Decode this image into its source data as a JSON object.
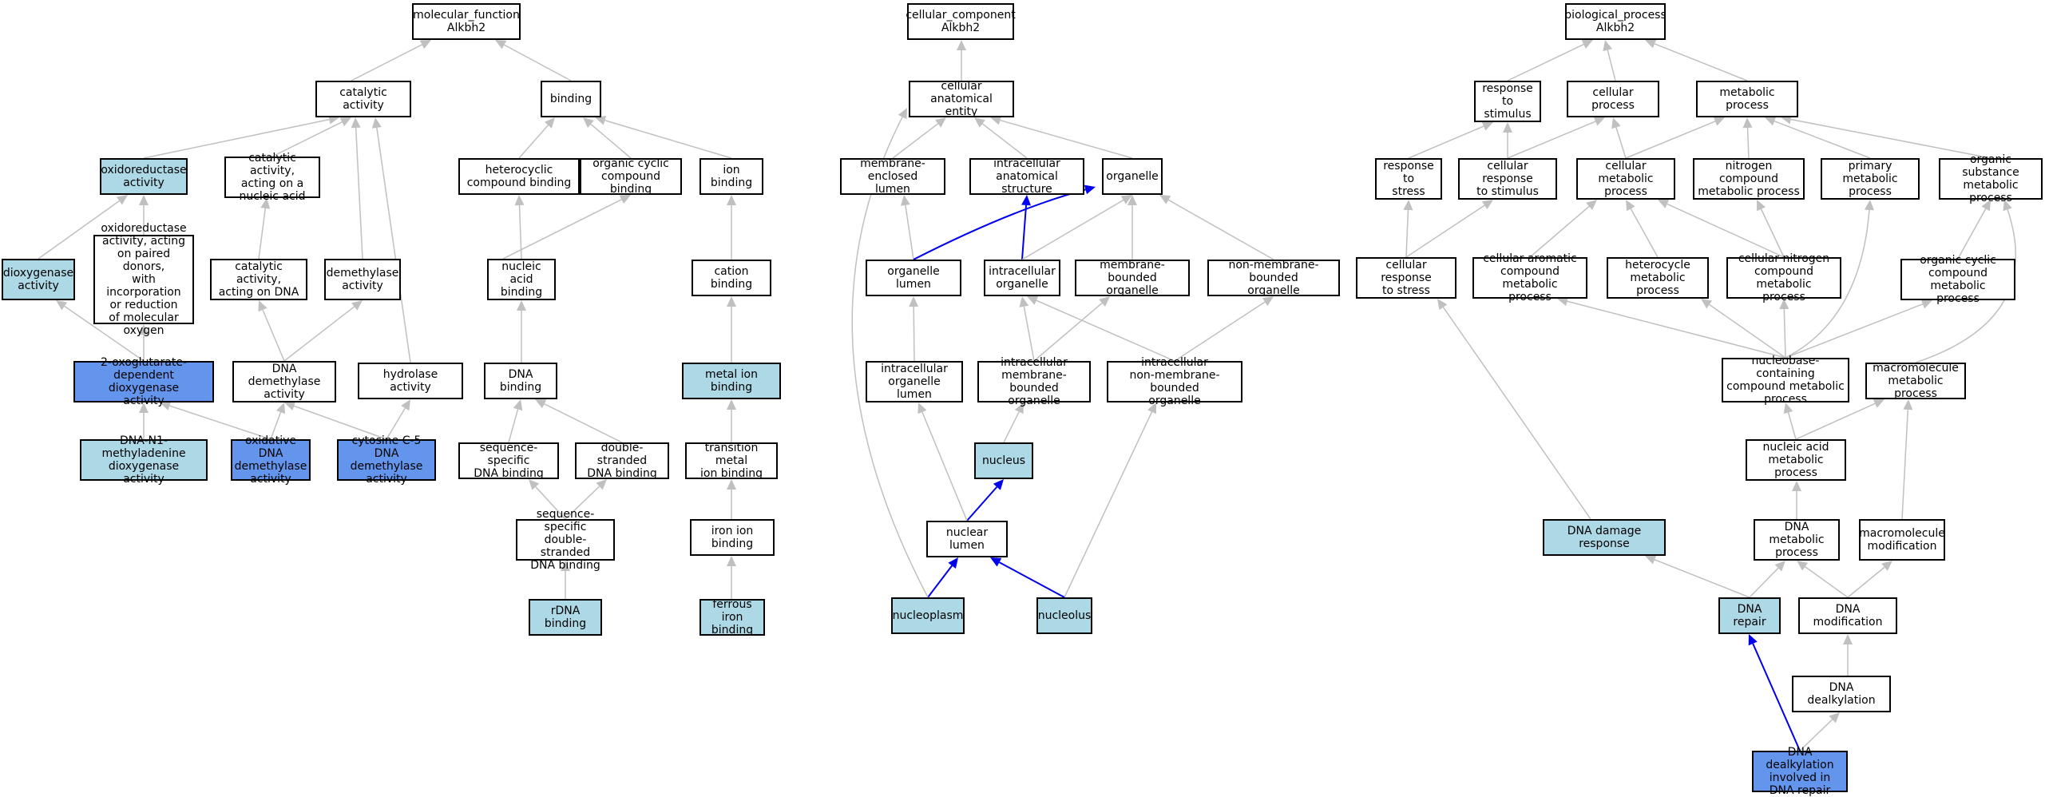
{
  "colors": {
    "white": "#ffffff",
    "light": "#add8e6",
    "dark": "#6495ed",
    "gray_edge": "#c0c0c0",
    "blue_edge": "#0000ee"
  },
  "nodes": {
    "mf_root": "molecular_function\nAlkbh2",
    "catalytic": "catalytic activity",
    "binding": "binding",
    "oxidoreductase": "oxidoreductase\nactivity",
    "cat_nucleic": "catalytic activity,\nacting on a\nnucleic acid",
    "hetero_bind": "heterocyclic\ncompound binding",
    "org_cyc_bind": "organic cyclic\ncompound binding",
    "ion_bind": "ion binding",
    "dioxygenase": "dioxygenase\nactivity",
    "oxido_paired": "oxidoreductase\nactivity, acting\non paired donors,\nwith incorporation\nor reduction\nof molecular\noxygen",
    "cat_dna": "catalytic activity,\nacting on DNA",
    "demethylase": "demethylase\nactivity",
    "nucleic_bind": "nucleic acid\nbinding",
    "cation_bind": "cation binding",
    "oxoglut": "2-oxoglutarate-dependent\ndioxygenase\nactivity",
    "dna_demeth": "DNA demethylase\nactivity",
    "hydrolase": "hydrolase activity",
    "dna_bind": "DNA binding",
    "metal_ion": "metal ion binding",
    "n1_methyl": "DNA-N1-methyladenine\ndioxygenase\nactivity",
    "ox_dna_demeth": "oxidative DNA\ndemethylase\nactivity",
    "cytosine": "cytosine C-5\nDNA demethylase\nactivity",
    "seq_spec": "sequence-specific\nDNA binding",
    "ds_dna": "double-stranded\nDNA binding",
    "trans_metal": "transition metal\nion binding",
    "seq_ds": "sequence-specific\ndouble-stranded\nDNA binding",
    "iron_ion": "iron ion binding",
    "rdna": "rDNA binding",
    "ferrous": "ferrous iron\nbinding",
    "cc_root": "cellular_component\nAlkbh2",
    "anat_entity": "cellular anatomical\nentity",
    "mem_lumen": "membrane-enclosed\nlumen",
    "intra_anat": "intracellular\nanatomical structure",
    "organelle": "organelle",
    "org_lumen": "organelle lumen",
    "intra_org": "intracellular\norganelle",
    "mem_bound": "membrane-bounded\norganelle",
    "non_mem_bound": "non-membrane-bounded\norganelle",
    "intra_org_lumen": "intracellular\norganelle lumen",
    "intra_mem_bound": "intracellular\nmembrane-bounded\norganelle",
    "intra_non_mem": "intracellular\nnon-membrane-bounded\norganelle",
    "nucleus": "nucleus",
    "nuc_lumen": "nuclear lumen",
    "nucleoplasm": "nucleoplasm",
    "nucleolus": "nucleolus",
    "bp_root": "biological_process\nAlkbh2",
    "resp_stim": "response to\nstimulus",
    "cell_proc": "cellular process",
    "metab_proc": "metabolic process",
    "resp_stress": "response to\nstress",
    "cell_resp_stim": "cellular response\nto stimulus",
    "cell_metab": "cellular metabolic\nprocess",
    "nitro_metab": "nitrogen compound\nmetabolic process",
    "prim_metab": "primary metabolic\nprocess",
    "org_subst": "organic substance\nmetabolic process",
    "cell_resp_stress": "cellular response\nto stress",
    "cell_arom": "cellular aromatic\ncompound metabolic\nprocess",
    "hetero_metab": "heterocycle\nmetabolic process",
    "cell_nitro": "cellular nitrogen\ncompound metabolic\nprocess",
    "org_cyc_metab": "organic cyclic\ncompound metabolic\nprocess",
    "nucleobase": "nucleobase-containing\ncompound metabolic\nprocess",
    "macro_metab": "macromolecule\nmetabolic process",
    "nuc_acid_metab": "nucleic acid\nmetabolic process",
    "dna_damage": "DNA damage response",
    "dna_metab": "DNA metabolic\nprocess",
    "macro_mod": "macromolecule\nmodification",
    "dna_repair": "DNA repair",
    "dna_mod": "DNA modification",
    "dna_dealk": "DNA dealkylation",
    "dna_dealk_repair": "DNA dealkylation\ninvolved in\nDNA repair"
  }
}
